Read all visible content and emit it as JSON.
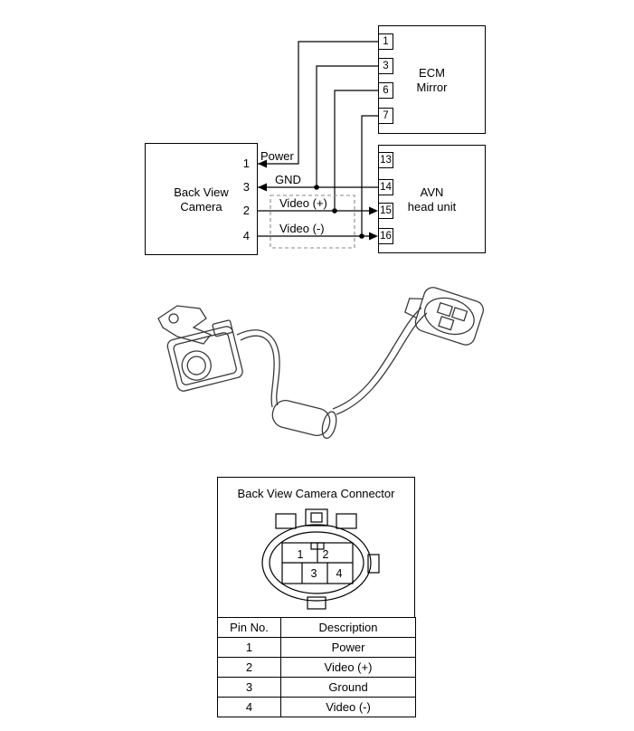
{
  "wiring": {
    "camera": {
      "line1": "Back View",
      "line2": "Camera",
      "pins": [
        "1",
        "3",
        "2",
        "4"
      ]
    },
    "ecm": {
      "line1": "ECM",
      "line2": "Mirror",
      "pins": [
        "1",
        "3",
        "6",
        "7"
      ]
    },
    "avn": {
      "line1": "AVN",
      "line2": "head unit",
      "pins": [
        "13",
        "14",
        "15",
        "16"
      ]
    },
    "labels": {
      "power": "Power",
      "gnd": "GND",
      "video_plus": "Video (+)",
      "video_minus": "Video (-)"
    }
  },
  "connector": {
    "title": "Back View Camera Connector",
    "pins": [
      "1",
      "2",
      "3",
      "4"
    ],
    "table": {
      "headers": [
        "Pin No.",
        "Description"
      ],
      "rows": [
        [
          "1",
          "Power"
        ],
        [
          "2",
          "Video (+)"
        ],
        [
          "3",
          "Ground"
        ],
        [
          "4",
          "Video (-)"
        ]
      ]
    }
  },
  "colors": {
    "line": "#000000",
    "dashed_box": "#888888",
    "background": "#ffffff"
  }
}
